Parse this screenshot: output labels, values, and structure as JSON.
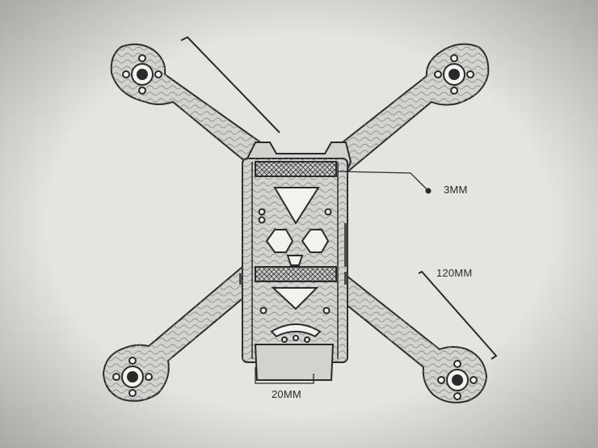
{
  "diagram": {
    "labels": {
      "plate_thickness": "3MM",
      "arm_span": "120MM",
      "stack_width": "20MM"
    },
    "colors": {
      "background": "#bfc0bc",
      "paper": "#e4e5e1",
      "frame_fill": "#d2d3cf",
      "outline": "#2a2a2a",
      "texture": "#8d8e8a",
      "standoff": "#4a4a4a"
    },
    "icons": [
      "motor-mount-icon",
      "hexagon-cutout-icon",
      "triangle-cutout-icon"
    ]
  }
}
